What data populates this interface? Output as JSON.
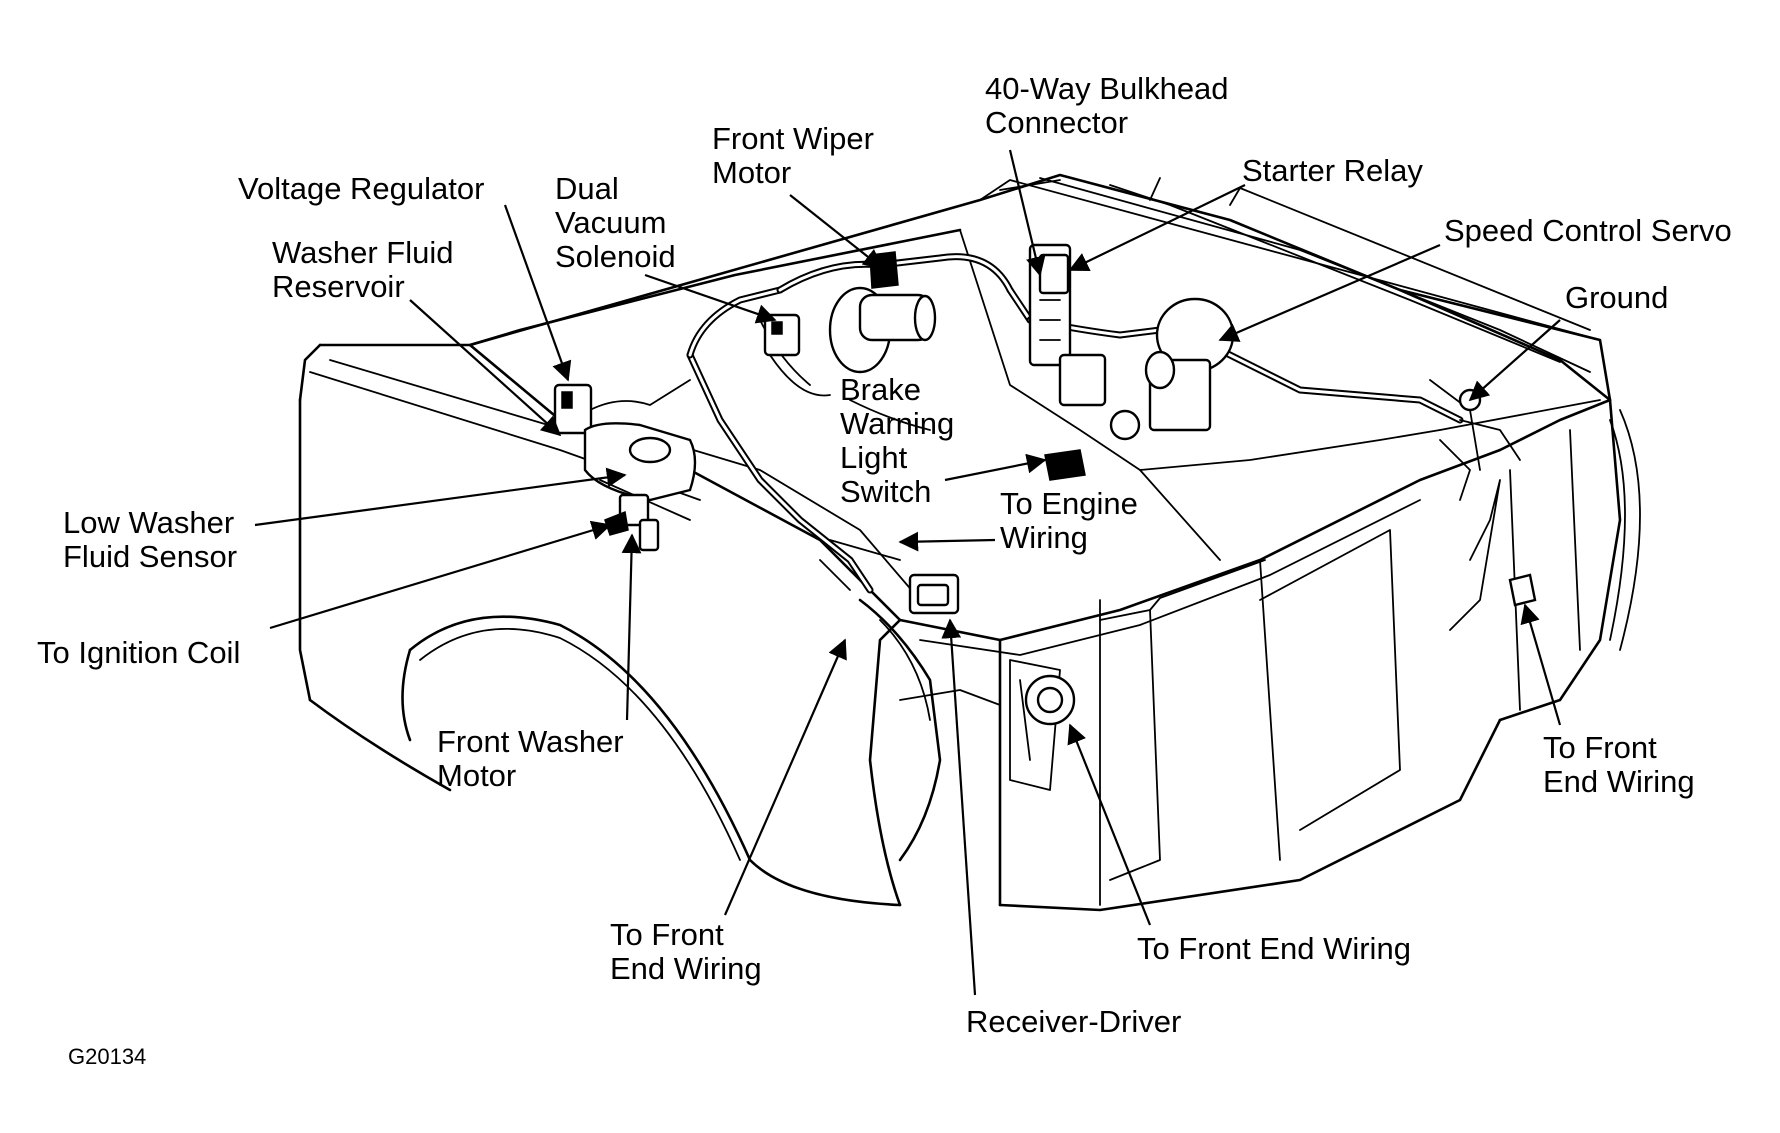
{
  "figure_code": "G20134",
  "callouts": {
    "voltage_regulator": [
      "Voltage Regulator"
    ],
    "washer_fluid_reservoir": [
      "Washer Fluid",
      "Reservoir"
    ],
    "dual_vacuum_solenoid": [
      "Dual",
      "Vacuum",
      "Solenoid"
    ],
    "front_wiper_motor": [
      "Front Wiper",
      "Motor"
    ],
    "bulkhead_connector": [
      "40-Way Bulkhead",
      "Connector"
    ],
    "starter_relay": [
      "Starter Relay"
    ],
    "speed_control_servo": [
      "Speed Control Servo"
    ],
    "ground": [
      "Ground"
    ],
    "brake_warning_light_switch": [
      "Brake",
      "Warning",
      "Light",
      "Switch"
    ],
    "to_engine_wiring": [
      "To Engine",
      "Wiring"
    ],
    "low_washer_fluid_sensor": [
      "Low Washer",
      "Fluid Sensor"
    ],
    "to_ignition_coil": [
      "To Ignition Coil"
    ],
    "front_washer_motor": [
      "Front Washer",
      "Motor"
    ],
    "to_front_end_wiring_left": [
      "To Front",
      "End Wiring"
    ],
    "receiver_driver": [
      "Receiver-Driver"
    ],
    "to_front_end_wiring_center": [
      "To Front End Wiring"
    ],
    "to_front_end_wiring_right": [
      "To Front",
      "End Wiring"
    ]
  }
}
